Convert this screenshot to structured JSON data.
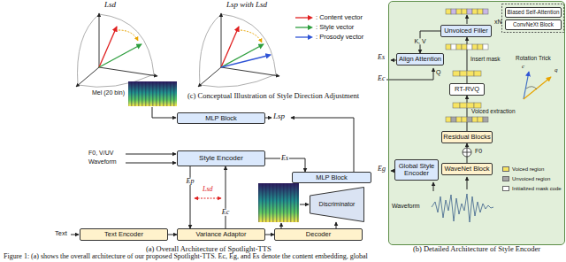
{
  "diagram": {
    "caption": "Figure 1: (a) shows the overall architecture of our proposed Spotlight-TTS. Ec, Eg, and Es denote the content embedding, global",
    "nodes": [
      {
        "text": [
          "MLP Block"
        ]
      },
      {
        "text": [
          "Style Encoder"
        ]
      },
      {
        "text": [
          "MLP Block"
        ]
      },
      {
        "text": [
          "Text Encoder"
        ]
      },
      {
        "text": [
          "Variance Adaptor"
        ]
      },
      {
        "text": [
          "Decoder"
        ]
      },
      {
        "text": [
          "Discriminator"
        ]
      },
      {
        "text": [
          "(b) Detailed Architecture of Style Encoder"
        ]
      },
      {
        "text": [
          "Biased Self-Attention"
        ],
        "in": 7
      },
      {
        "text": [
          "ConvNeXt Block"
        ],
        "in": 7
      },
      {
        "text": [
          "Unvoiced Filler"
        ],
        "in": 7
      },
      {
        "text": [
          "Align Attention"
        ],
        "in": 7
      },
      {
        "text": [
          "RT-RVQ"
        ],
        "in": 7
      },
      {
        "text": [
          "Residual Blocks"
        ],
        "in": 7
      },
      {
        "text": [
          "WaveNet Block"
        ],
        "in": 7
      },
      {
        "text": [
          "Global Style Encoder"
        ],
        "in": 7
      }
    ],
    "edges": [
      {
        "from": 1,
        "to": 2,
        "label": "Es",
        "arrow": "to"
      },
      {
        "from": 1,
        "to": 4,
        "label": "Ep",
        "arrow": "to"
      },
      {
        "from": 4,
        "to": 1,
        "label": "Ec",
        "arrow": "to"
      },
      {
        "from": 3,
        "to": 4,
        "arrow": "to"
      },
      {
        "from": 4,
        "to": 5,
        "arrow": "to"
      },
      {
        "from": 5,
        "to": 6,
        "arrow": "to"
      },
      {
        "from": 14,
        "to": 13,
        "arrow": "to"
      },
      {
        "from": 13,
        "to": 12,
        "arrow": "to"
      },
      {
        "from": 12,
        "to": 10,
        "arrow": "to"
      },
      {
        "from": 10,
        "to": 11,
        "label": "K, V",
        "arrow": "to"
      }
    ],
    "labels": [
      "Lsd",
      "Lsp with Lsd",
      "(c) Conceptual Illustration of Style Direction Adjustment",
      "Mel (20 bin)",
      "Lsp",
      "F0, V/UV",
      "Waveform",
      "Lsd",
      "Text",
      "(a) Overall Architecture of Spotlight-TTS",
      "xN",
      "Es",
      "Ec",
      "Q",
      "Insert mask",
      "Rotation Trick",
      "c",
      "q",
      "Voiced extraction",
      "F0",
      "Eg",
      "Waveform"
    ],
    "legend": [
      {
        "text": ": Content vector"
      },
      {
        "text": ": Style vector"
      },
      {
        "text": ": Prosody vector"
      },
      {
        "text": "Voiced region",
        "color": "#f7e463"
      },
      {
        "text": "Unvoiced region",
        "color": "#a6a6a6"
      },
      {
        "text": "Initialized mask code",
        "color": "#ffffff"
      }
    ]
  }
}
